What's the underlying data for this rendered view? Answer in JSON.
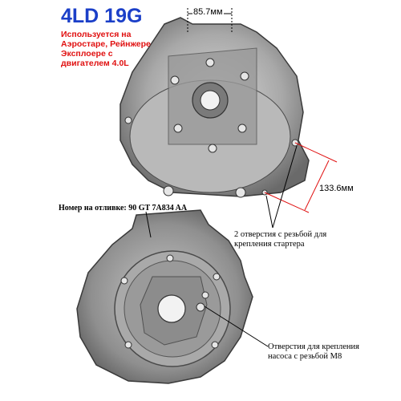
{
  "title": "4LD 19G",
  "usage": "Используется на Аэростаре, Рейнжере Эксплоере с двигателем 4.0L",
  "dim_top": "85.7мм",
  "dim_right": "133.6мм",
  "casting_label": "Номер на отливке: 90 GT 7A834 AA",
  "starter_label": "2 отверстия с резьбой для крепления стартера",
  "pump_label": "Отверстия для крепления насоса с резьбой М8",
  "colors": {
    "title": "#1b3fc8",
    "usage": "#e01010",
    "arrow": "#e01010"
  }
}
